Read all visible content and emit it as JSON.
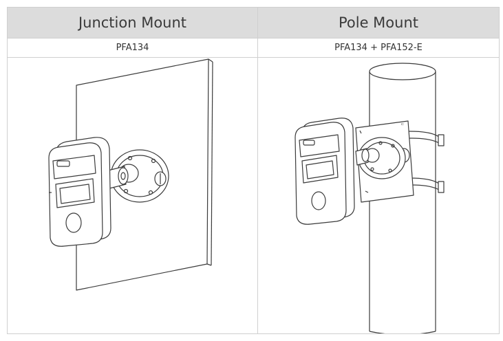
{
  "headers": [
    "Junction Mount",
    "Pole Mount"
  ],
  "models": [
    "PFA134",
    "PFA134 + PFA152-E"
  ],
  "illustrations": [
    {
      "icon": "camera-junction-mount-illustration"
    },
    {
      "icon": "camera-pole-mount-illustration"
    }
  ],
  "colors": {
    "header_bg": "#dcdcdc",
    "line": "#3a3a3a",
    "border": "#cfcfcf"
  }
}
